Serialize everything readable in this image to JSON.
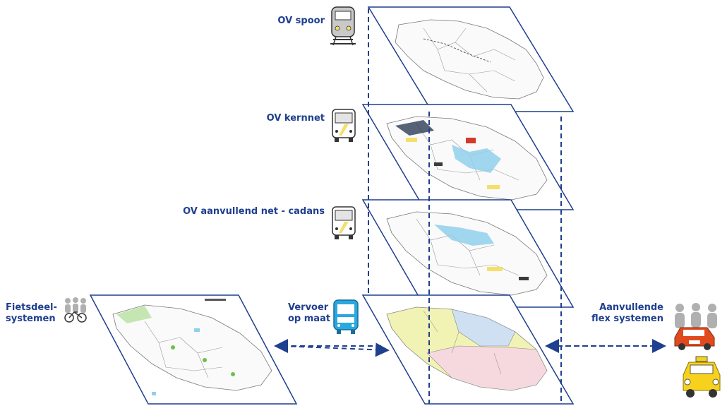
{
  "layers": [
    {
      "label": "OV spoor",
      "icon": "train-icon"
    },
    {
      "label": "OV kernnet",
      "icon": "bus-icon"
    },
    {
      "label": "OV aanvullend net - cadans",
      "icon": "bus-icon"
    },
    {
      "label": "Vervoer op maat",
      "icon": "bus-icon"
    }
  ],
  "side_left": {
    "label_line1": "Fietsdeel-",
    "label_line2": "systemen",
    "icon": "bicycle-people-icon"
  },
  "side_right": {
    "label_line1": "Aanvullende",
    "label_line2": "flex systemen",
    "icon": "taxi-people-icon"
  },
  "middle_label": {
    "line1": "Vervoer",
    "line2": "op maat"
  },
  "colors": {
    "accent": "#1f3f8f",
    "map_outline": "#6a6a6a",
    "highlight_blue": "#8fd0ec",
    "highlight_yellow": "#f5df6a",
    "zone_yellow": "#f1f3b4",
    "zone_blue": "#cfe0f3",
    "zone_pink": "#f6d9de",
    "zone_green": "#bfe3a8",
    "taxi_yellow": "#f6d21d",
    "car_red": "#e04a1e"
  }
}
